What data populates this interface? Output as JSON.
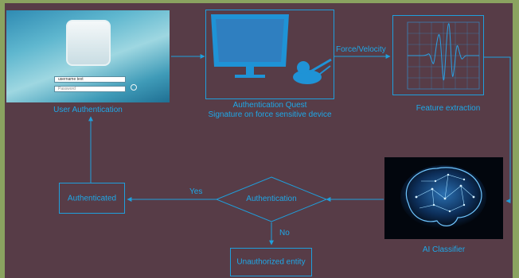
{
  "diagram": {
    "nodes": {
      "user_auth": {
        "label": "User Authentication",
        "login_username": "username text",
        "login_password": "Password"
      },
      "auth_quest": {
        "line1": "Authentication Quest",
        "line2": "Signature on force sensitive device"
      },
      "feature": {
        "label": "Feature extraction"
      },
      "classifier": {
        "label": "AI Classifier"
      },
      "decision": {
        "label": "Authentication"
      },
      "authenticated": {
        "label": "Authenticated"
      },
      "unauthorized": {
        "label": "Unauthorized entity"
      }
    },
    "edges": {
      "force_velocity": "Force/Velocity",
      "yes": "Yes",
      "no": "No"
    }
  },
  "colors": {
    "outer_background": "#8aa360",
    "panel_background": "#573c47",
    "line": "#1f9fdc",
    "text": "#1ea8e8"
  },
  "icons": [
    "login-screen-image",
    "monitor-icon",
    "stylus-hand-icon",
    "waveform-plot-image",
    "brain-circuit-image"
  ]
}
